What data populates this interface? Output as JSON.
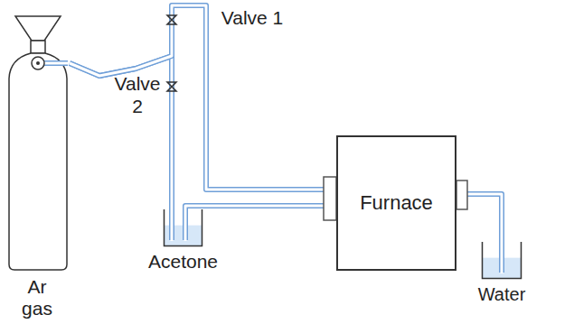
{
  "diagram": {
    "nodes": [
      {
        "text": [
          "Ar gas"
        ]
      },
      {
        "text": [
          "Acetone"
        ]
      },
      {
        "text": [
          "Furnace"
        ]
      },
      {
        "text": [
          "Water"
        ]
      }
    ],
    "edges": [
      {
        "from": 0,
        "to": 1,
        "arrow": "none"
      },
      {
        "from": 0,
        "to": 2,
        "arrow": "none"
      },
      {
        "from": 1,
        "to": 2,
        "arrow": "none"
      },
      {
        "from": 2,
        "to": 3,
        "arrow": "none"
      }
    ],
    "labels": [
      "Valve 1",
      "Valve 2"
    ]
  }
}
